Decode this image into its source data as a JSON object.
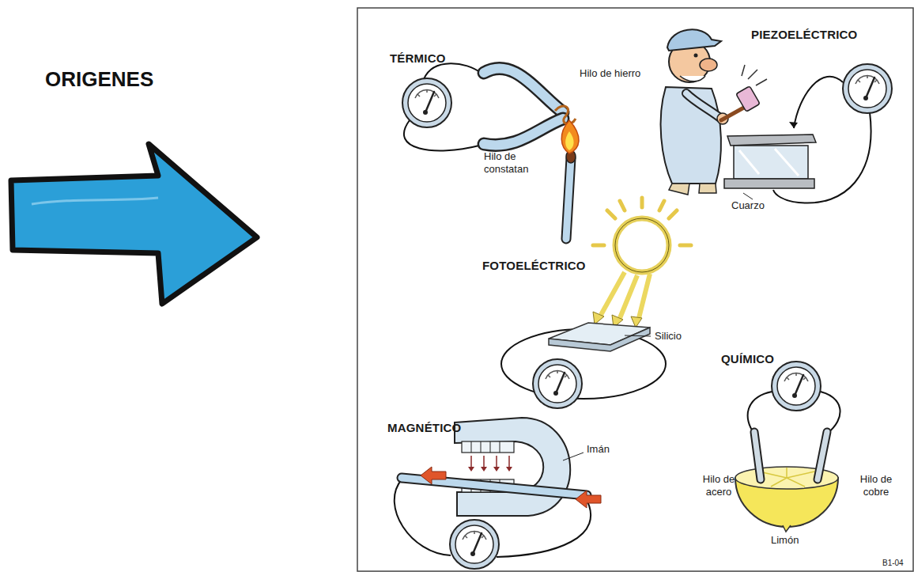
{
  "diagram": {
    "title": "ORIGENES",
    "labels": [
      "TÉRMICO",
      "Hilo de hierro",
      "Hilo de constatan",
      "PIEZOELÉCTRICO",
      "Cuarzo",
      "FOTOELÉCTRICO",
      "Silicio",
      "QUÍMICO",
      "MAGNÉTICO",
      "Imán",
      "Hilo de acero",
      "Hilo de cobre",
      "Limón",
      "B1-04"
    ]
  }
}
